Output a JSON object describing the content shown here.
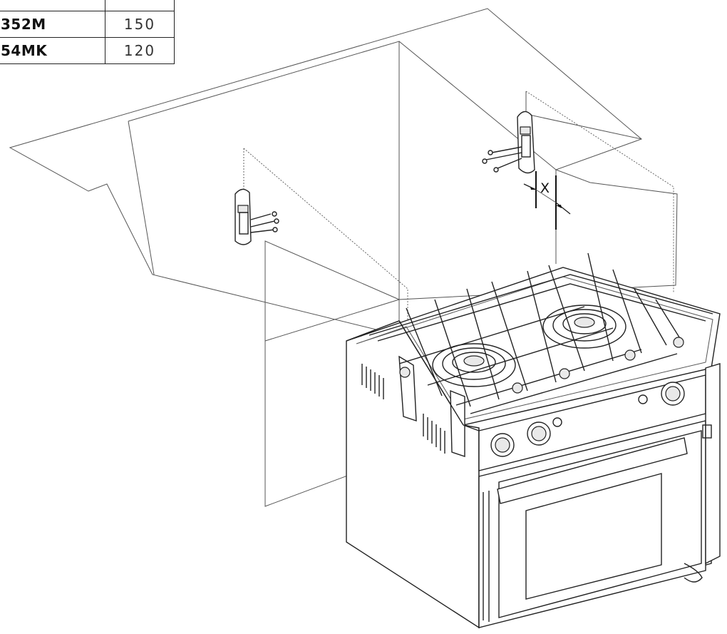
{
  "table": {
    "rows": [
      {
        "model": "352M",
        "value": "150"
      },
      {
        "model": "54MK",
        "value": "120"
      }
    ]
  },
  "dimension_label": "X"
}
